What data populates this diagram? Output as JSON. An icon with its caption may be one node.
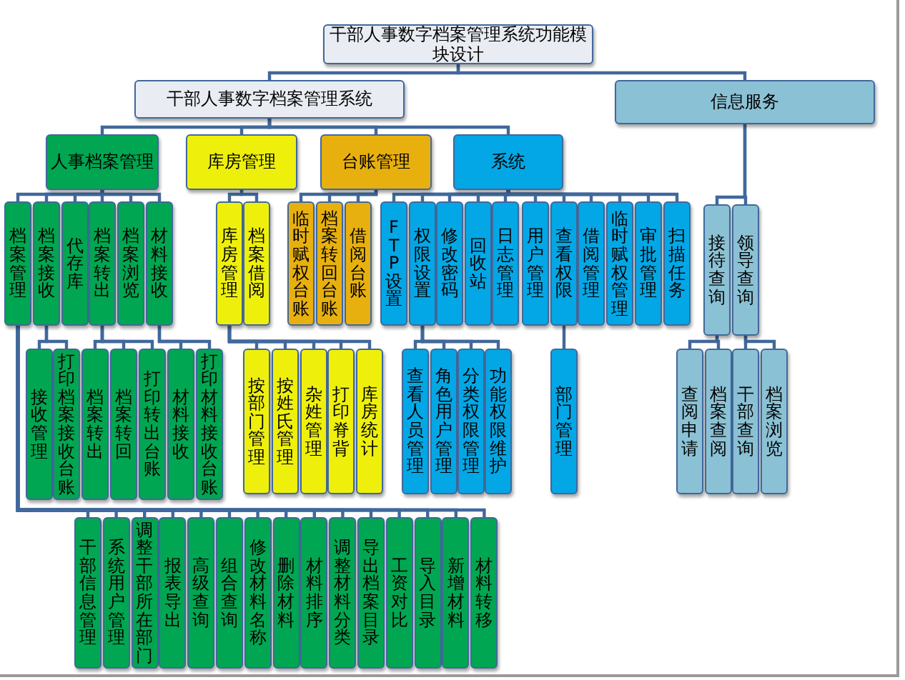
{
  "diagram": {
    "nodes": [
      {
        "text": [
          "干部人事数字档案管理系统功能模块设计"
        ]
      },
      {
        "text": [
          "干部人事数字档案管理系统"
        ]
      },
      {
        "text": [
          "信息服务"
        ]
      },
      {
        "text": [
          "人事档案管理"
        ]
      },
      {
        "text": [
          "库房管理"
        ]
      },
      {
        "text": [
          "台账管理"
        ]
      },
      {
        "text": [
          "系统"
        ]
      },
      {
        "text": [
          "档案管理"
        ]
      },
      {
        "text": [
          "档案接收"
        ]
      },
      {
        "text": [
          "代存库"
        ]
      },
      {
        "text": [
          "档案转出"
        ]
      },
      {
        "text": [
          "档案浏览"
        ]
      },
      {
        "text": [
          "材料接收"
        ]
      },
      {
        "text": [
          "库房管理"
        ]
      },
      {
        "text": [
          "档案借阅"
        ]
      },
      {
        "text": [
          "临时赋权台账"
        ]
      },
      {
        "text": [
          "档案转回台账"
        ]
      },
      {
        "text": [
          "借阅台账"
        ]
      },
      {
        "text": [
          "FTP设置"
        ]
      },
      {
        "text": [
          "权限设置"
        ]
      },
      {
        "text": [
          "修改密码"
        ]
      },
      {
        "text": [
          "回收站"
        ]
      },
      {
        "text": [
          "日志管理"
        ]
      },
      {
        "text": [
          "用户管理"
        ]
      },
      {
        "text": [
          "查看权限"
        ]
      },
      {
        "text": [
          "借阅管理"
        ]
      },
      {
        "text": [
          "临时赋权管理"
        ]
      },
      {
        "text": [
          "审批管理"
        ]
      },
      {
        "text": [
          "扫描任务"
        ]
      },
      {
        "text": [
          "接待查询"
        ]
      },
      {
        "text": [
          "领导查询"
        ]
      },
      {
        "text": [
          "接收管理"
        ]
      },
      {
        "text": [
          "打印档案接收台账"
        ]
      },
      {
        "text": [
          "档案转出"
        ]
      },
      {
        "text": [
          "档案转回"
        ]
      },
      {
        "text": [
          "打印转出台账"
        ]
      },
      {
        "text": [
          "材料接收"
        ]
      },
      {
        "text": [
          "打印材料接收台账"
        ]
      },
      {
        "text": [
          "按部门管理"
        ]
      },
      {
        "text": [
          "按姓氏管理"
        ]
      },
      {
        "text": [
          "杂姓管理"
        ]
      },
      {
        "text": [
          "打印脊背"
        ]
      },
      {
        "text": [
          "库房统计"
        ]
      },
      {
        "text": [
          "查看人员管理"
        ]
      },
      {
        "text": [
          "角色用户管理"
        ]
      },
      {
        "text": [
          "分类权限管理"
        ]
      },
      {
        "text": [
          "功能权限维护"
        ]
      },
      {
        "text": [
          "部门管理"
        ]
      },
      {
        "text": [
          "查阅申请"
        ]
      },
      {
        "text": [
          "档案查阅"
        ]
      },
      {
        "text": [
          "干部查询"
        ]
      },
      {
        "text": [
          "档案浏览"
        ]
      },
      {
        "text": [
          "干部信息管理"
        ]
      },
      {
        "text": [
          "系统用户管理"
        ]
      },
      {
        "text": [
          "调整干部所在部门"
        ]
      },
      {
        "text": [
          "报表导出"
        ]
      },
      {
        "text": [
          "高级查询"
        ]
      },
      {
        "text": [
          "组合查询"
        ]
      },
      {
        "text": [
          "修改材料名称"
        ]
      },
      {
        "text": [
          "删除材料"
        ]
      },
      {
        "text": [
          "材料排序"
        ]
      },
      {
        "text": [
          "调整材料分类"
        ]
      },
      {
        "text": [
          "导出档案目录"
        ]
      },
      {
        "text": [
          "工资对比"
        ]
      },
      {
        "text": [
          "导入目录"
        ]
      },
      {
        "text": [
          "新增材料"
        ]
      },
      {
        "text": [
          "材料转移"
        ]
      }
    ],
    "edges": [
      {
        "from": 0,
        "to": 1,
        "arrow": "none"
      },
      {
        "from": 0,
        "to": 2,
        "arrow": "none"
      },
      {
        "from": 1,
        "to": 3,
        "arrow": "none"
      },
      {
        "from": 1,
        "to": 4,
        "arrow": "none"
      },
      {
        "from": 1,
        "to": 5,
        "arrow": "none"
      },
      {
        "from": 1,
        "to": 6,
        "arrow": "none"
      },
      {
        "from": 3,
        "to": 7,
        "arrow": "none"
      },
      {
        "from": 3,
        "to": 8,
        "arrow": "none"
      },
      {
        "from": 3,
        "to": 9,
        "arrow": "none"
      },
      {
        "from": 3,
        "to": 10,
        "arrow": "none"
      },
      {
        "from": 3,
        "to": 11,
        "arrow": "none"
      },
      {
        "from": 3,
        "to": 12,
        "arrow": "none"
      },
      {
        "from": 4,
        "to": 13,
        "arrow": "none"
      },
      {
        "from": 4,
        "to": 14,
        "arrow": "none"
      },
      {
        "from": 5,
        "to": 15,
        "arrow": "none"
      },
      {
        "from": 5,
        "to": 16,
        "arrow": "none"
      },
      {
        "from": 5,
        "to": 17,
        "arrow": "none"
      },
      {
        "from": 6,
        "to": 18,
        "arrow": "none"
      },
      {
        "from": 6,
        "to": 19,
        "arrow": "none"
      },
      {
        "from": 6,
        "to": 20,
        "arrow": "none"
      },
      {
        "from": 6,
        "to": 21,
        "arrow": "none"
      },
      {
        "from": 6,
        "to": 22,
        "arrow": "none"
      },
      {
        "from": 6,
        "to": 23,
        "arrow": "none"
      },
      {
        "from": 6,
        "to": 24,
        "arrow": "none"
      },
      {
        "from": 6,
        "to": 25,
        "arrow": "none"
      },
      {
        "from": 6,
        "to": 26,
        "arrow": "none"
      },
      {
        "from": 6,
        "to": 27,
        "arrow": "none"
      },
      {
        "from": 6,
        "to": 28,
        "arrow": "none"
      },
      {
        "from": 2,
        "to": 29,
        "arrow": "none"
      },
      {
        "from": 2,
        "to": 30,
        "arrow": "none"
      },
      {
        "from": 8,
        "to": 31,
        "arrow": "none"
      },
      {
        "from": 8,
        "to": 32,
        "arrow": "none"
      },
      {
        "from": 10,
        "to": 33,
        "arrow": "none"
      },
      {
        "from": 10,
        "to": 34,
        "arrow": "none"
      },
      {
        "from": 10,
        "to": 35,
        "arrow": "none"
      },
      {
        "from": 12,
        "to": 36,
        "arrow": "none"
      },
      {
        "from": 12,
        "to": 37,
        "arrow": "none"
      },
      {
        "from": 13,
        "to": 38,
        "arrow": "none"
      },
      {
        "from": 13,
        "to": 39,
        "arrow": "none"
      },
      {
        "from": 13,
        "to": 40,
        "arrow": "none"
      },
      {
        "from": 13,
        "to": 41,
        "arrow": "none"
      },
      {
        "from": 13,
        "to": 42,
        "arrow": "none"
      },
      {
        "from": 19,
        "to": 43,
        "arrow": "none"
      },
      {
        "from": 19,
        "to": 44,
        "arrow": "none"
      },
      {
        "from": 19,
        "to": 45,
        "arrow": "none"
      },
      {
        "from": 19,
        "to": 46,
        "arrow": "none"
      },
      {
        "from": 24,
        "to": 47,
        "arrow": "none"
      },
      {
        "from": 29,
        "to": 48,
        "arrow": "none"
      },
      {
        "from": 29,
        "to": 49,
        "arrow": "none"
      },
      {
        "from": 30,
        "to": 50,
        "arrow": "none"
      },
      {
        "from": 30,
        "to": 51,
        "arrow": "none"
      },
      {
        "from": 7,
        "to": 52,
        "arrow": "none"
      },
      {
        "from": 7,
        "to": 53,
        "arrow": "none"
      },
      {
        "from": 7,
        "to": 54,
        "arrow": "none"
      },
      {
        "from": 7,
        "to": 55,
        "arrow": "none"
      },
      {
        "from": 7,
        "to": 56,
        "arrow": "none"
      },
      {
        "from": 7,
        "to": 57,
        "arrow": "none"
      },
      {
        "from": 7,
        "to": 58,
        "arrow": "none"
      },
      {
        "from": 7,
        "to": 59,
        "arrow": "none"
      },
      {
        "from": 7,
        "to": 60,
        "arrow": "none"
      },
      {
        "from": 7,
        "to": 61,
        "arrow": "none"
      },
      {
        "from": 7,
        "to": 62,
        "arrow": "none"
      },
      {
        "from": 7,
        "to": 63,
        "arrow": "none"
      },
      {
        "from": 7,
        "to": 64,
        "arrow": "none"
      },
      {
        "from": 7,
        "to": 65,
        "arrow": "none"
      },
      {
        "from": 7,
        "to": 66,
        "arrow": "none"
      }
    ]
  }
}
